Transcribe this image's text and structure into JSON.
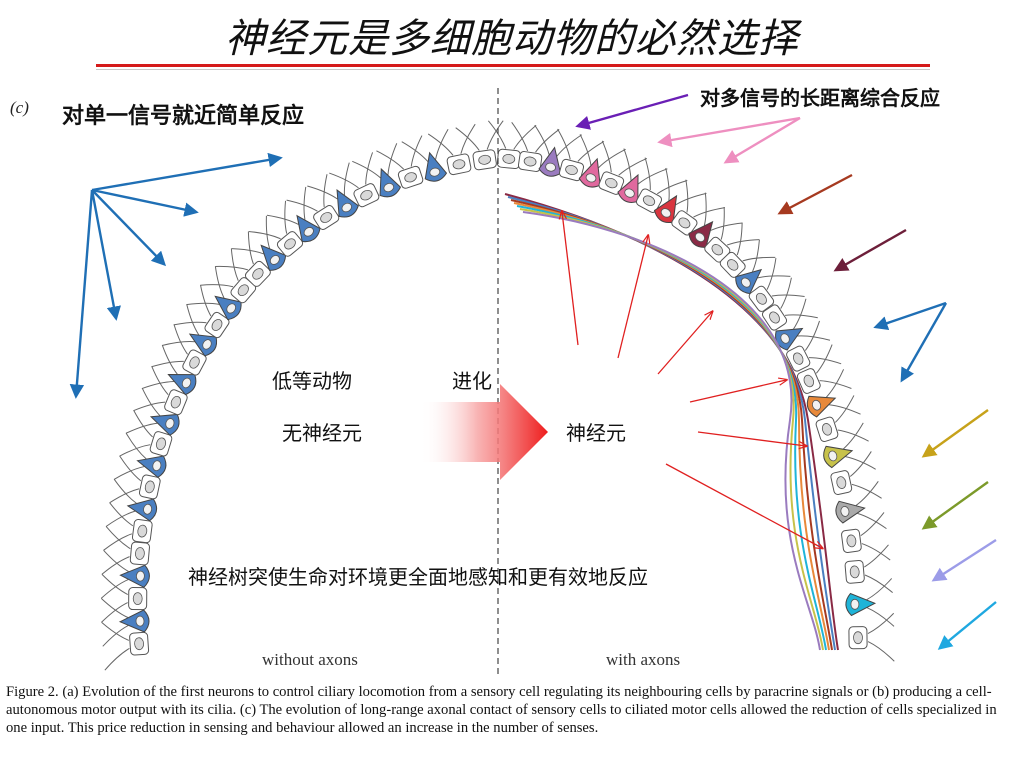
{
  "title": "神经元是多细胞动物的必然选择",
  "panel_label": "(c)",
  "label_left_top": "对单一信号就近简单反应",
  "label_right_top": "对多信号的长距离综合反应",
  "center": {
    "lower_animal": "低等动物",
    "no_neuron": "无神经元",
    "evolution": "进化",
    "neuron": "神经元",
    "summary": "神经树突使生命对环境更全面地感知和更有效地反应"
  },
  "axis_labels": {
    "left": "without axons",
    "right": "with axons"
  },
  "caption": "Figure 2. (a) Evolution of the first neurons to control ciliary locomotion from a sensory cell regulating its neighbouring cells by paracrine signals or (b) producing a cell-autonomous motor output with its cilia. (c) The evolution of long-range axonal contact of sensory cells to ciliated motor cells allowed the reduction of cells specialized in one input. This price reduction in sensing and behaviour allowed an increase in the number of senses.",
  "colors": {
    "accent_red": "#d51a1a",
    "sensory_blue": "#4a7fc1",
    "stimulus_blue": "#1f6fb5",
    "purple": "#9a7bbf",
    "pink": "#e0699e",
    "red": "#d8353f",
    "maroon": "#8a2a45",
    "orange": "#e8893a",
    "olive": "#c7c24a",
    "gray": "#a9a9a9",
    "cyan": "#1fb4d8"
  }
}
